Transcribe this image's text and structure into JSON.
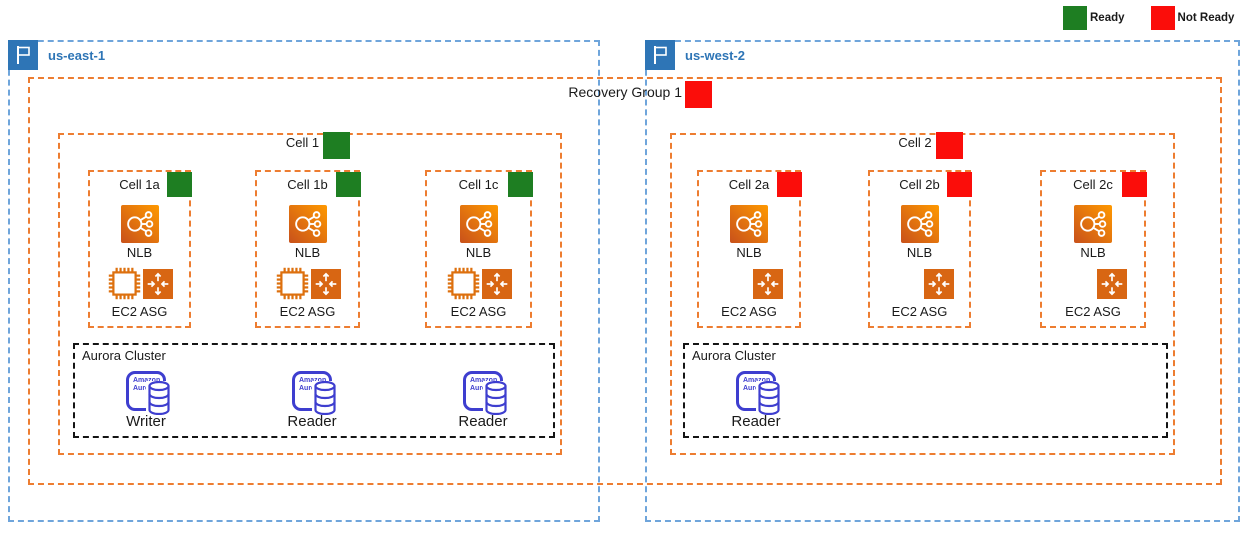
{
  "legend": {
    "ready_label": "Ready",
    "not_ready_label": "Not Ready",
    "ready_color": "#1E7E22",
    "not_ready_color": "#FB0D0A"
  },
  "recovery_group": {
    "label": "Recovery Group 1",
    "status": "not-ready"
  },
  "regions": {
    "east": {
      "name": "us-east-1",
      "cell_group": {
        "label": "Cell 1",
        "status": "ready",
        "cells": [
          {
            "label": "Cell 1a",
            "status": "ready",
            "nlb_label": "NLB",
            "asg_label": "EC2 ASG"
          },
          {
            "label": "Cell 1b",
            "status": "ready",
            "nlb_label": "NLB",
            "asg_label": "EC2 ASG"
          },
          {
            "label": "Cell 1c",
            "status": "ready",
            "nlb_label": "NLB",
            "asg_label": "EC2 ASG"
          }
        ]
      },
      "aurora": {
        "label": "Aurora Cluster",
        "icon_text": "Amazon Aurora",
        "nodes": [
          {
            "role": "Writer"
          },
          {
            "role": "Reader"
          },
          {
            "role": "Reader"
          }
        ]
      }
    },
    "west": {
      "name": "us-west-2",
      "cell_group": {
        "label": "Cell 2",
        "status": "not-ready",
        "cells": [
          {
            "label": "Cell 2a",
            "status": "not-ready",
            "nlb_label": "NLB",
            "asg_label": "EC2 ASG"
          },
          {
            "label": "Cell 2b",
            "status": "not-ready",
            "nlb_label": "NLB",
            "asg_label": "EC2 ASG"
          },
          {
            "label": "Cell 2c",
            "status": "not-ready",
            "nlb_label": "NLB",
            "asg_label": "EC2 ASG"
          }
        ]
      },
      "aurora": {
        "label": "Aurora Cluster",
        "icon_text": "Amazon Aurora",
        "nodes": [
          {
            "role": "Reader"
          }
        ]
      }
    }
  },
  "colors": {
    "region_border": "#6FA5DB",
    "region_accent": "#2E75B6",
    "group_border": "#ED7D31",
    "cluster_border": "#141414",
    "aurora_blue": "#3E3ECF",
    "nlb_gradient_start": "#C8511B",
    "nlb_gradient_end": "#FF9900",
    "asg_orange": "#D86613"
  }
}
